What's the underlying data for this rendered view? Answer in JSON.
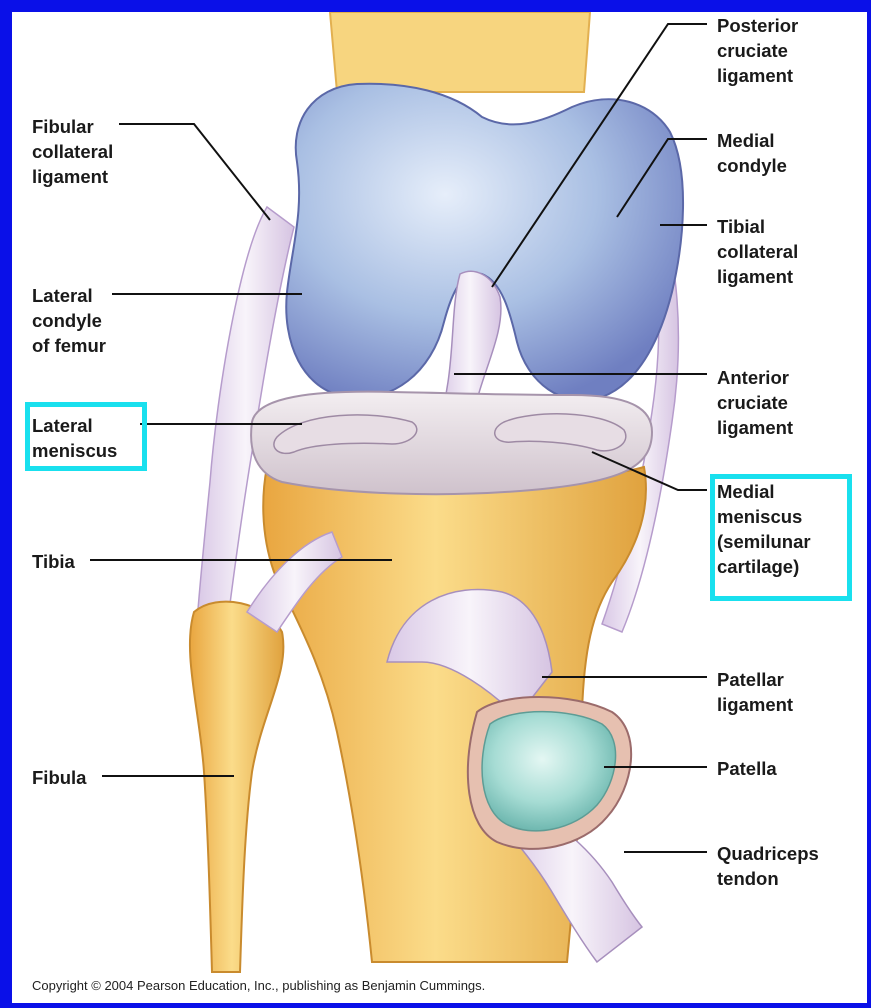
{
  "diagram": {
    "labels": {
      "fibular_collateral_ligament": "Fibular\ncollateral\nligament",
      "lateral_condyle_of_femur": "Lateral\ncondyle\nof femur",
      "lateral_meniscus": "Lateral\nmeniscus",
      "tibia": "Tibia",
      "fibula": "Fibula",
      "posterior_cruciate_ligament": "Posterior\ncruciate\nligament",
      "medial_condyle": "Medial\ncondyle",
      "tibial_collateral_ligament": "Tibial\ncollateral\nligament",
      "anterior_cruciate_ligament": "Anterior\ncruciate\nligament",
      "medial_meniscus": "Medial\nmeniscus\n(semilunar\ncartilage)",
      "patellar_ligament": "Patellar\nligament",
      "patella": "Patella",
      "quadriceps_tendon": "Quadriceps\ntendon"
    },
    "highlighted": [
      "Lateral meniscus",
      "Medial meniscus (semilunar cartilage)"
    ]
  },
  "colors": {
    "border": "#0a10e8",
    "highlight": "#19e0ee",
    "bone": "#f2c25a",
    "cartilage": "#9fb6df",
    "ligament": "#efe6f2"
  },
  "footer": {
    "copyright": "Copyright © 2004 Pearson Education, Inc., publishing as Benjamin Cummings."
  }
}
